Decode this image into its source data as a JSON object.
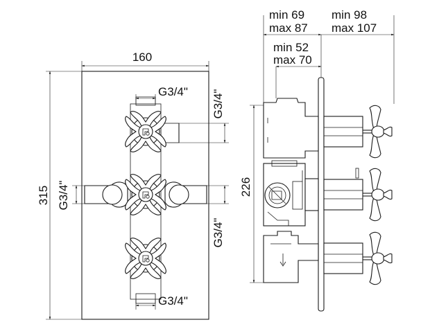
{
  "front_view": {
    "width_label": "160",
    "height_label": "315",
    "top_thread_label": "G3/4\"",
    "upper_right_thread_label": "G3/4\"",
    "left_thread_label": "G3/4\"",
    "lower_right_thread_label": "G3/4\"",
    "bottom_thread_label": "G3/4\""
  },
  "side_view": {
    "depth_total_min": "min 69",
    "depth_total_max": "max 87",
    "handle_depth_min": "min 98",
    "handle_depth_max": "max 107",
    "body_depth_min": "min 52",
    "body_depth_max": "max 70",
    "height_label": "226"
  }
}
